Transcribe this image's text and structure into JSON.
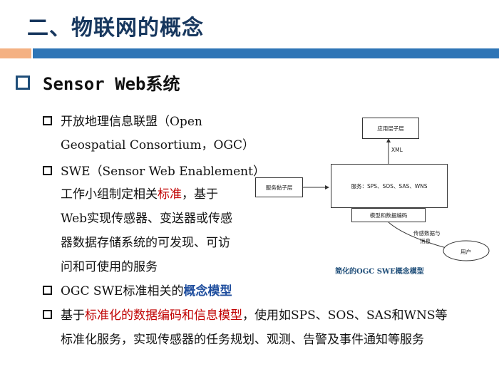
{
  "slide": {
    "title": "二、物联网的概念",
    "heading": "Sensor Web系统",
    "b1_l1": "开放地理信息联盟（Open",
    "b1_l2": "Geospatial Consortium，OGC）",
    "b2_l1": "SWE（Sensor Web Enablement）",
    "b2_l2_a": "工作小组制定相关",
    "b2_l2_red": "标准",
    "b2_l2_b": "，基于",
    "b2_l3": "Web实现传感器、变送器或传感",
    "b2_l4": "器数据存储系统的可发现、可访",
    "b2_l5": "问和可使用的服务",
    "b3_a": "OGC SWE标准相关的",
    "b3_blue": "概念模型",
    "b4_l1_a": "基于",
    "b4_l1_red": "标准化的数据编码和信息模型",
    "b4_l1_b": "，使用如SPS、SOS、SAS和WNS等",
    "b4_l2": "标准化服务，实现传感器的任务规划、观测、告警及事件通知等服务"
  },
  "diagram": {
    "app_layer": "应用层子层",
    "xml": "XML",
    "service_bus": "服务黏子层",
    "services": "服务：SPS、SOS、SAS、WNS",
    "model": "模型和数据编码",
    "sensor_data_l1": "传感数据与",
    "sensor_data_l2": "消息",
    "user": "用户",
    "caption": "简化的OGC SWE概念模型"
  }
}
